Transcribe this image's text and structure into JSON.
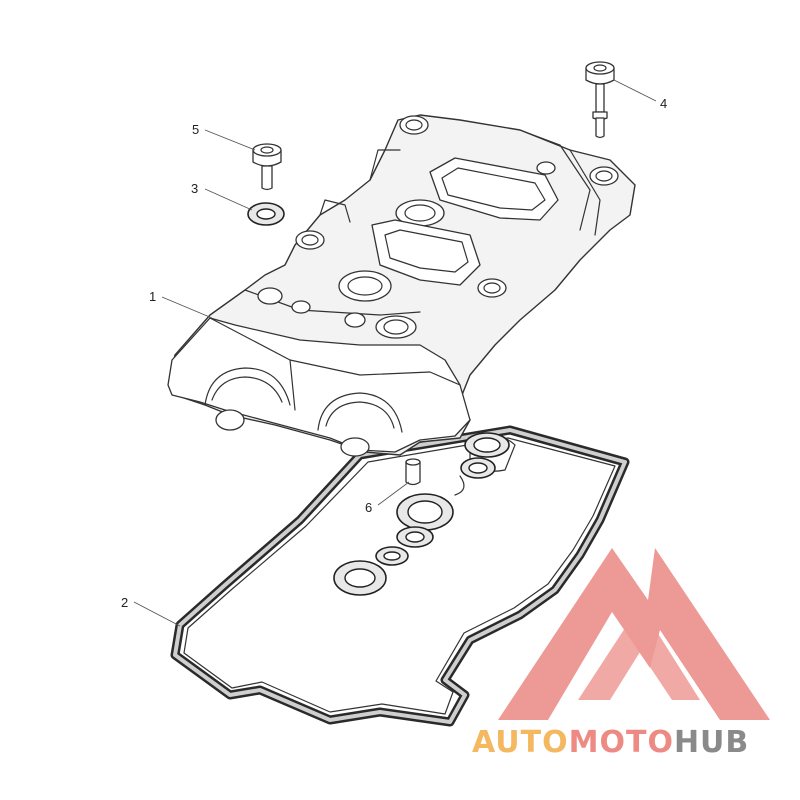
{
  "callouts": [
    {
      "id": "1",
      "label": "1"
    },
    {
      "id": "2",
      "label": "2"
    },
    {
      "id": "3",
      "label": "3"
    },
    {
      "id": "4",
      "label": "4"
    },
    {
      "id": "5",
      "label": "5"
    },
    {
      "id": "6",
      "label": "6"
    }
  ],
  "watermark": {
    "part1": "AUTO",
    "part2": "MOTO",
    "part3": "HUB",
    "colors": {
      "orange": "#f4b860",
      "red": "#ee8a84",
      "gray": "#8a8a8a",
      "logo": "#ec8f8a"
    }
  }
}
